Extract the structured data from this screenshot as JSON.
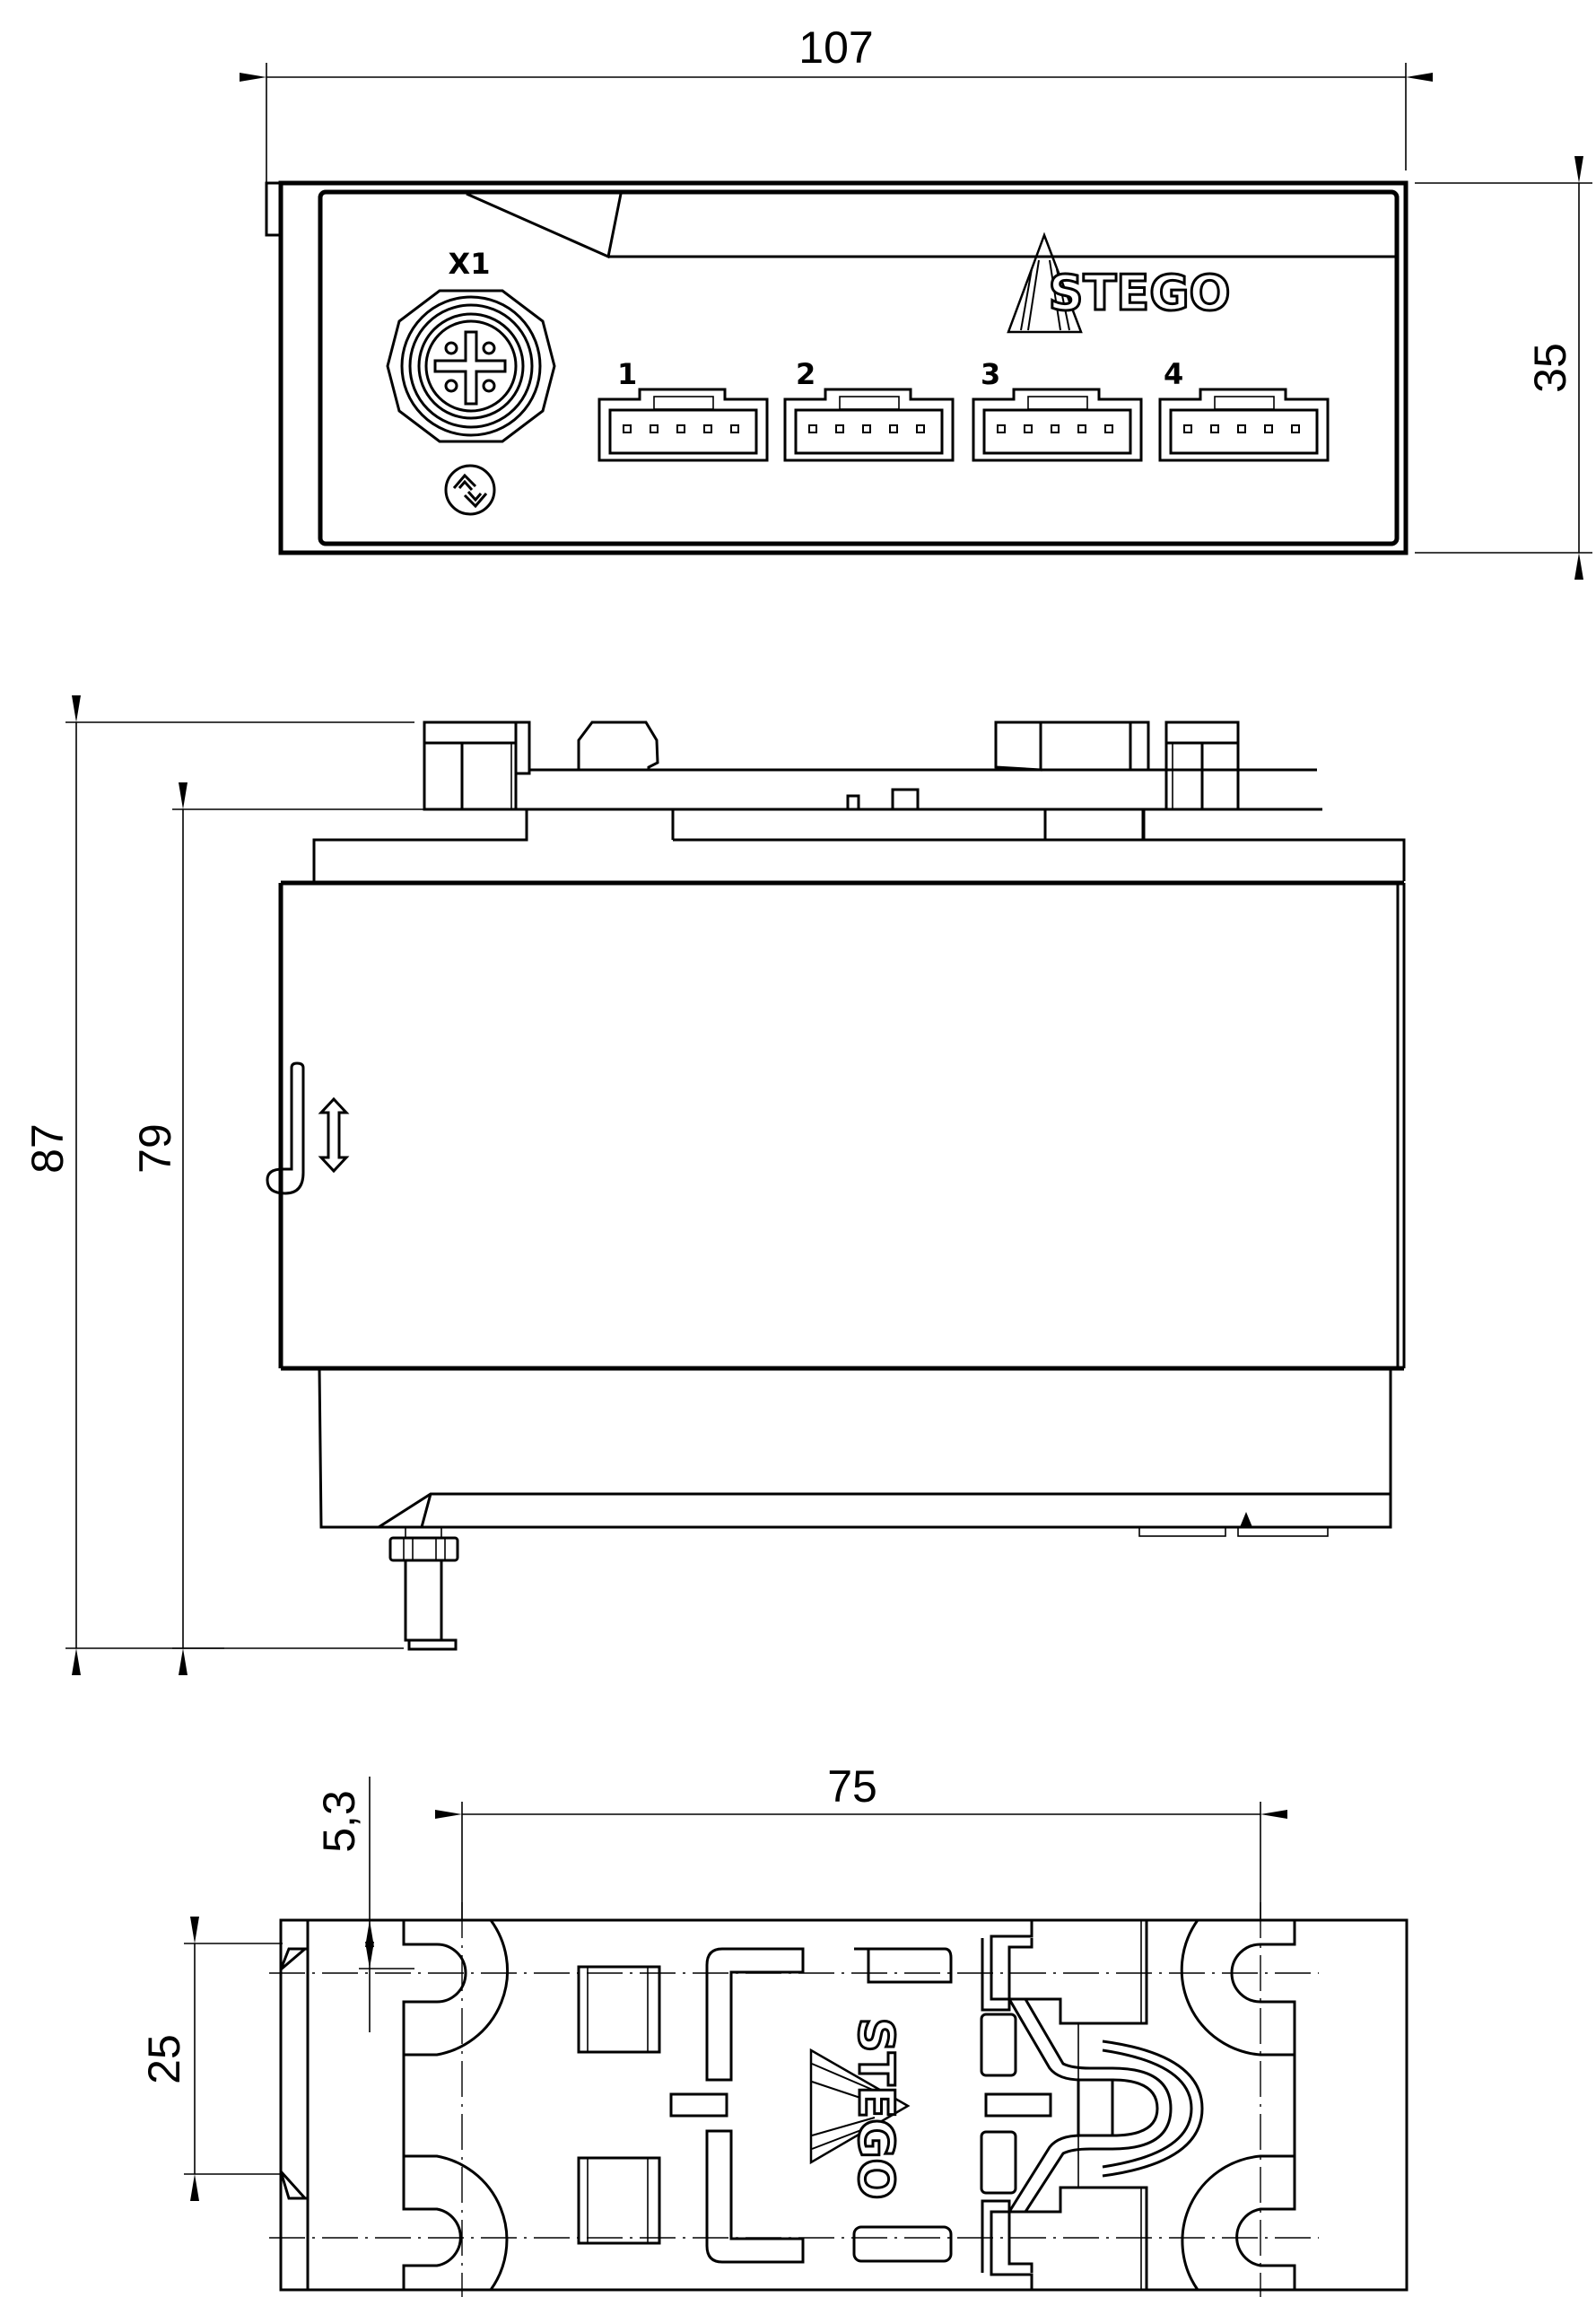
{
  "drawing": {
    "title": "STEGO device dimensional drawing",
    "colors": {
      "line": "#000000",
      "background": "#ffffff"
    },
    "front_view": {
      "dim_width": "107",
      "dim_height": "35",
      "connector_main_label": "X1",
      "port_labels": [
        "1",
        "2",
        "3",
        "4"
      ],
      "logo_text": "STEGO",
      "icons": [
        "m12-connector-icon",
        "rotation-symbol-icon"
      ]
    },
    "side_view": {
      "dim_total_height": "87",
      "dim_body_height": "79",
      "icons": [
        "din-rail-clip-icon",
        "up-down-arrow-icon"
      ]
    },
    "bottom_view": {
      "dim_hole_spacing_horizontal": "75",
      "dim_hole_spacing_vertical": "25",
      "dim_slot_width": "5,3",
      "logo_text": "STEGO"
    }
  }
}
